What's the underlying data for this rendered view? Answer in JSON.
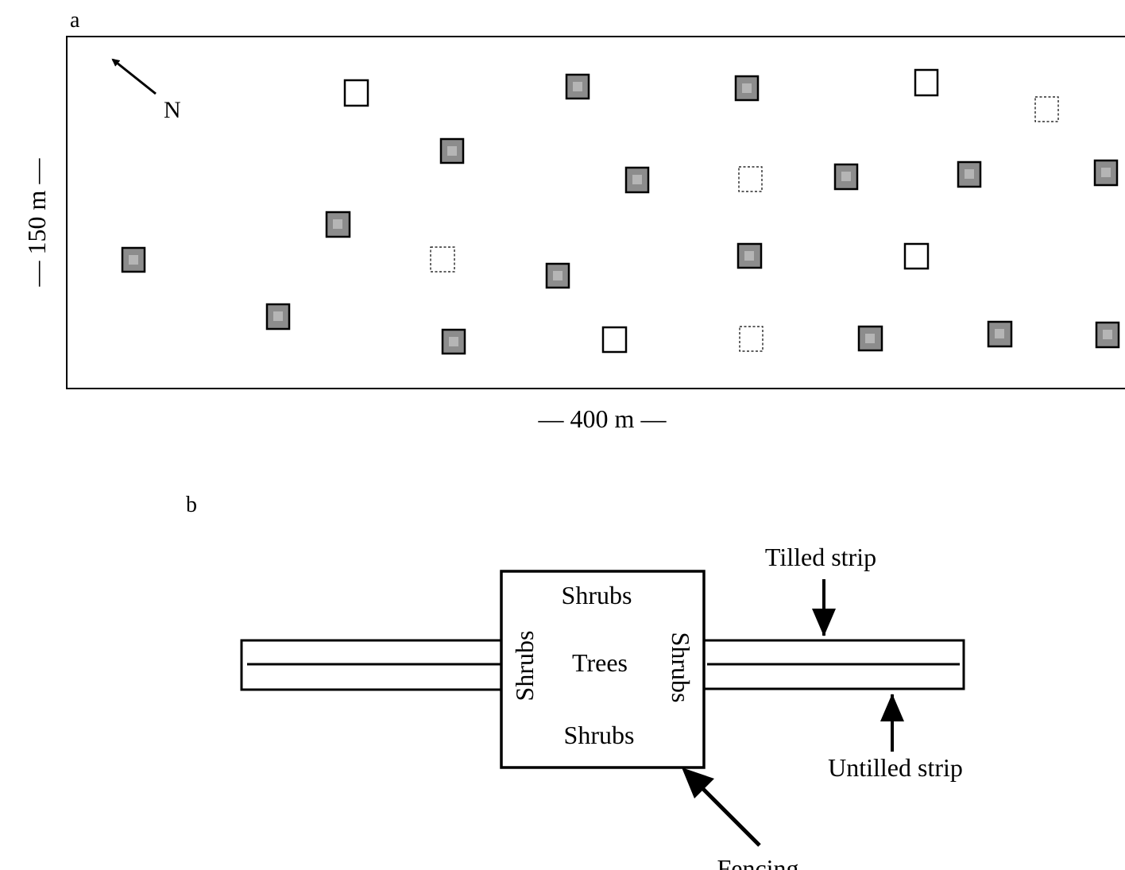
{
  "panel_a": {
    "letter": "a",
    "north_label": "N",
    "height_label": "— 150 m —",
    "width_label": "— 400 m —",
    "plot_legend_styles": [
      "filled",
      "open",
      "dotted"
    ]
  },
  "panel_b": {
    "letter": "b",
    "center_label": "Trees",
    "shrubs_top": "Shrubs",
    "shrubs_bottom": "Shrubs",
    "shrubs_left": "Shrubs",
    "shrubs_right": "Shrubs",
    "tilled_label": "Tilled strip",
    "untilled_label": "Untilled strip",
    "fencing_label": "Fencing"
  }
}
